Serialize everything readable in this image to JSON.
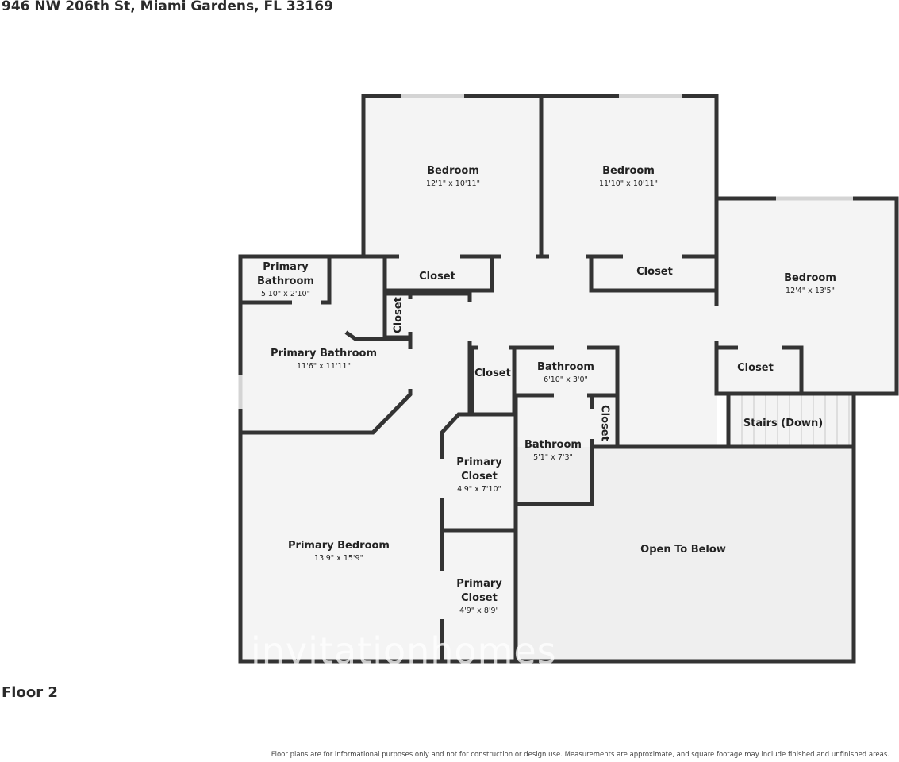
{
  "header": {
    "address": "946 NW 206th St, Miami Gardens, FL 33169"
  },
  "floor": {
    "label": "Floor 2"
  },
  "footer": {
    "disclaimer": "Floor plans are for informational purposes only and not for construction or design use. Measurements are approximate, and square footage may include finished and unfinished areas."
  },
  "watermark": {
    "text": "invitationhomes"
  },
  "rooms": {
    "bedroom_1": {
      "name": "Bedroom",
      "dims": "12'1\" x 10'11\""
    },
    "bedroom_2": {
      "name": "Bedroom",
      "dims": "11'10\" x 10'11\""
    },
    "bedroom_3": {
      "name": "Bedroom",
      "dims": "12'4\" x 13'5\""
    },
    "primary_bath_small": {
      "name_line1": "Primary",
      "name_line2": "Bathroom",
      "dims": "5'10\" x 2'10\""
    },
    "closet_top_left": {
      "name": "Closet"
    },
    "closet_top_right": {
      "name": "Closet"
    },
    "closet_vertical": {
      "name": "Closet"
    },
    "primary_bath": {
      "name": "Primary Bathroom",
      "dims": "11'6\" x 11'11\""
    },
    "closet_hall": {
      "name": "Closet"
    },
    "bathroom_small": {
      "name": "Bathroom",
      "dims": "6'10\" x 3'0\""
    },
    "closet_bath": {
      "name": "Closet"
    },
    "closet_bed3": {
      "name": "Closet"
    },
    "stairs": {
      "name": "Stairs (Down)"
    },
    "bathroom": {
      "name": "Bathroom",
      "dims": "5'1\" x 7'3\""
    },
    "primary_closet_1": {
      "name_line1": "Primary",
      "name_line2": "Closet",
      "dims": "4'9\" x 7'10\""
    },
    "primary_closet_2": {
      "name_line1": "Primary",
      "name_line2": "Closet",
      "dims": "4'9\" x 8'9\""
    },
    "primary_bedroom": {
      "name": "Primary Bedroom",
      "dims": "13'9\" x 15'9\""
    },
    "open_to_below": {
      "name": "Open To Below"
    }
  },
  "colors": {
    "wall": "#333333",
    "floor": "#f4f4f4",
    "open_area": "#efefef",
    "text": "#222222"
  }
}
